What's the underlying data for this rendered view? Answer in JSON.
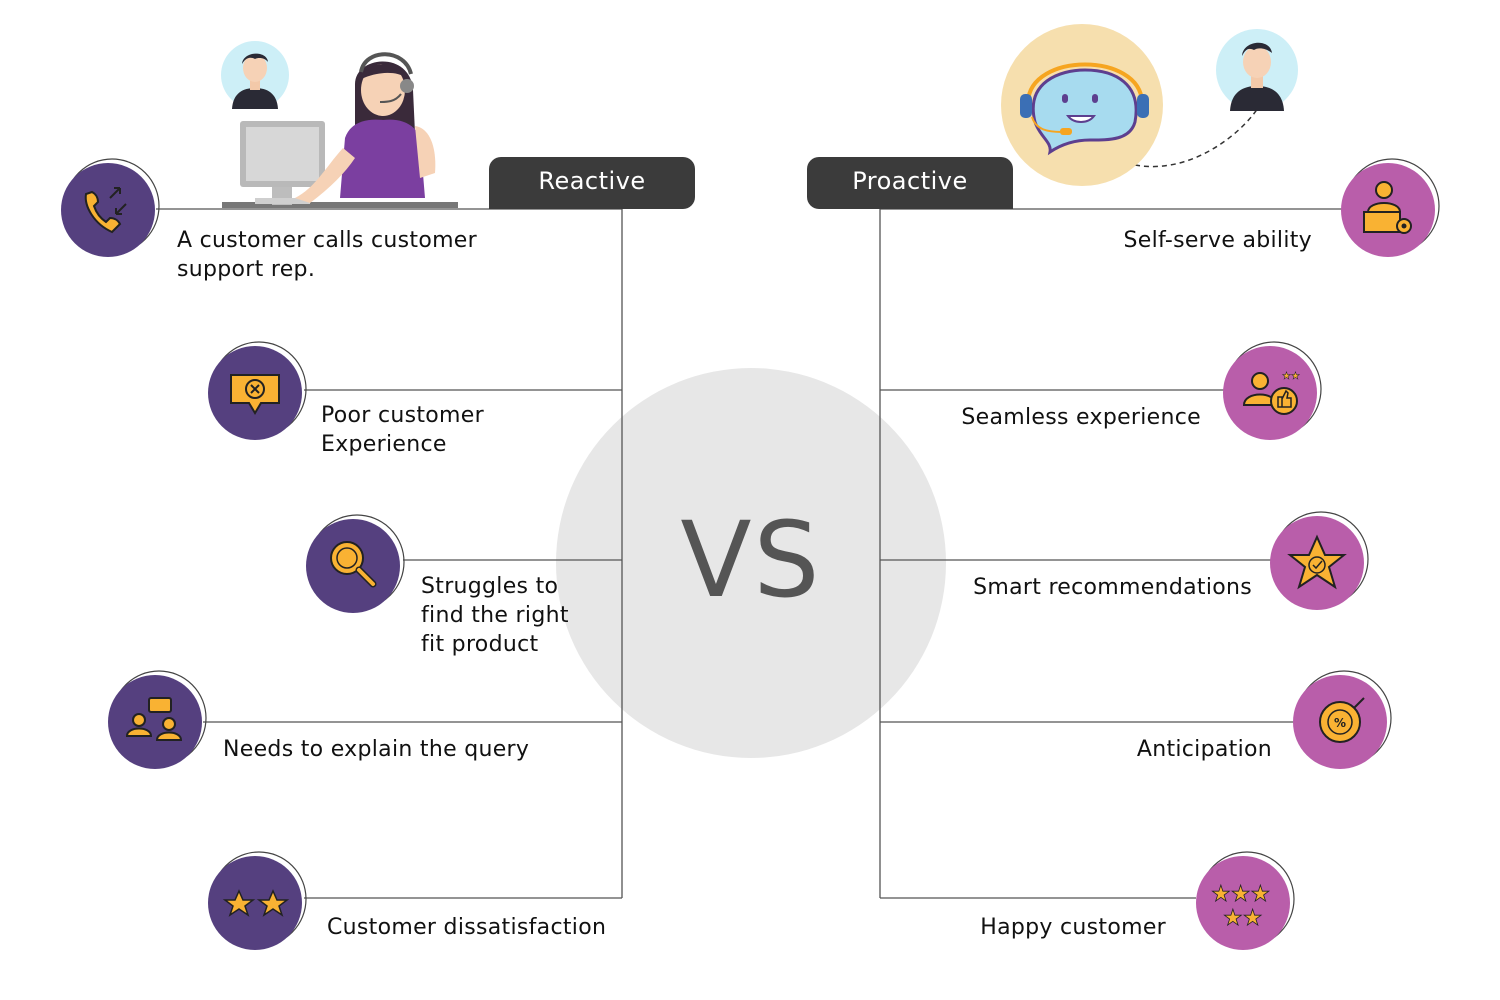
{
  "colors": {
    "reactive_accent": "#55407f",
    "proactive_accent": "#b95eaa",
    "icon_fill": "#f9b233",
    "pill_bg": "#3b3b3b",
    "vs_circle": "#e7e7e7",
    "line": "#555555"
  },
  "headers": {
    "reactive": "Reactive",
    "proactive": "Proactive"
  },
  "center": {
    "vs": "VS"
  },
  "reactive": {
    "items": [
      {
        "label": "A customer calls customer\nsupport rep.",
        "icon": "phone-call-icon"
      },
      {
        "label": "Poor customer\nExperience",
        "icon": "error-message-icon"
      },
      {
        "label": "Struggles to\nfind the right\nfit product",
        "icon": "magnifier-icon"
      },
      {
        "label": "Needs to explain the query",
        "icon": "people-chat-icon"
      },
      {
        "label": "Customer dissatisfaction",
        "icon": "two-stars-icon"
      }
    ]
  },
  "proactive": {
    "items": [
      {
        "label": "Self-serve ability",
        "icon": "user-laptop-gear-icon"
      },
      {
        "label": "Seamless experience",
        "icon": "user-thumbs-up-icon"
      },
      {
        "label": "Smart recommendations",
        "icon": "star-badge-icon"
      },
      {
        "label": "Anticipation",
        "icon": "target-percent-icon"
      },
      {
        "label": "Happy customer",
        "icon": "five-stars-icon"
      }
    ]
  }
}
